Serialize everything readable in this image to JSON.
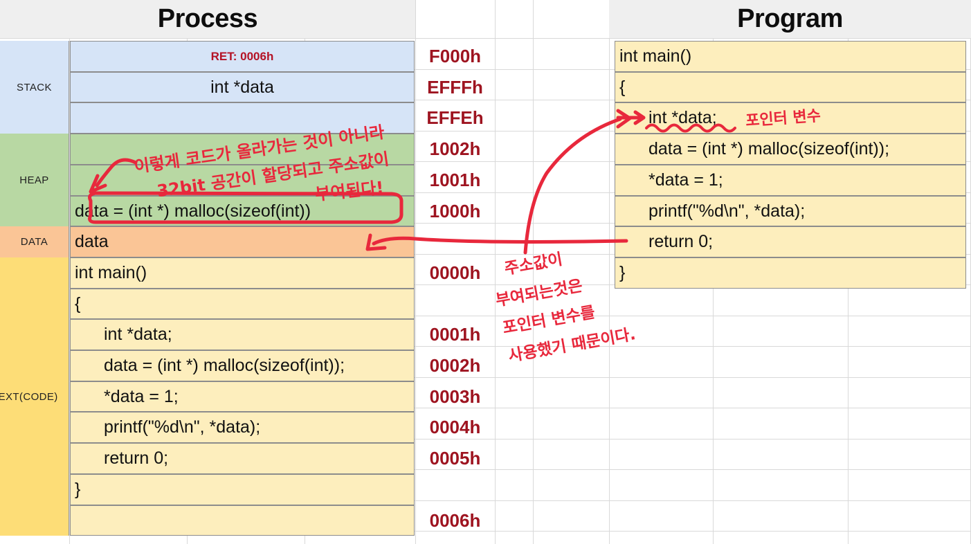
{
  "headers": {
    "process": "Process",
    "program": "Program"
  },
  "segments": [
    {
      "label": "STACK",
      "color": "#d6e4f7"
    },
    {
      "label": "HEAP",
      "color": "#b8d8a3"
    },
    {
      "label": "DATA",
      "color": "#fac596"
    },
    {
      "label": "TEXT(CODE)",
      "color": "#fddd77"
    }
  ],
  "memory_rows": [
    {
      "text": "RET: 0006h",
      "address": "F000h",
      "segment": "STACK",
      "style": "ret",
      "fill": "#d6e4f7",
      "align": "center"
    },
    {
      "text": "int *data",
      "address": "EFFFh",
      "segment": "STACK",
      "style": "plain",
      "fill": "#d6e4f7",
      "align": "center"
    },
    {
      "text": "",
      "address": "EFFEh",
      "segment": "STACK",
      "style": "plain",
      "fill": "#d6e4f7",
      "align": "left"
    },
    {
      "text": "",
      "address": "1002h",
      "segment": "HEAP",
      "style": "plain",
      "fill": "#b8d8a3",
      "align": "left"
    },
    {
      "text": "",
      "address": "1001h",
      "segment": "HEAP",
      "style": "plain",
      "fill": "#b8d8a3",
      "align": "left"
    },
    {
      "text": "data = (int *) malloc(sizeof(int))",
      "address": "1000h",
      "segment": "HEAP",
      "style": "plain",
      "fill": "#b8d8a3",
      "align": "left"
    },
    {
      "text": "data",
      "address": "",
      "segment": "DATA",
      "style": "plain",
      "fill": "#fac596",
      "align": "left"
    },
    {
      "text": "int main()",
      "address": "0000h",
      "segment": "TEXT(CODE)",
      "style": "plain",
      "fill": "#fdeebd",
      "align": "left"
    },
    {
      "text": "{",
      "address": "",
      "segment": "TEXT(CODE)",
      "style": "plain",
      "fill": "#fdeebd",
      "align": "left"
    },
    {
      "text": "int *data;",
      "address": "0001h",
      "segment": "TEXT(CODE)",
      "style": "indent",
      "fill": "#fdeebd",
      "align": "left"
    },
    {
      "text": "data = (int *) malloc(sizeof(int));",
      "address": "0002h",
      "segment": "TEXT(CODE)",
      "style": "indent",
      "fill": "#fdeebd",
      "align": "left"
    },
    {
      "text": "*data = 1;",
      "address": "0003h",
      "segment": "TEXT(CODE)",
      "style": "indent",
      "fill": "#fdeebd",
      "align": "left"
    },
    {
      "text": "printf(\"%d\\n\", *data);",
      "address": "0004h",
      "segment": "TEXT(CODE)",
      "style": "indent",
      "fill": "#fdeebd",
      "align": "left"
    },
    {
      "text": "return 0;",
      "address": "0005h",
      "segment": "TEXT(CODE)",
      "style": "indent",
      "fill": "#fdeebd",
      "align": "left"
    },
    {
      "text": "}",
      "address": "",
      "segment": "TEXT(CODE)",
      "style": "plain",
      "fill": "#fdeebd",
      "align": "left"
    },
    {
      "text": "",
      "address": "0006h",
      "segment": "TEXT(CODE)",
      "style": "plain",
      "fill": "#fdeebd",
      "align": "left"
    }
  ],
  "program_rows": [
    {
      "text": "int main()",
      "style": "plain"
    },
    {
      "text": "{",
      "style": "plain"
    },
    {
      "text": "int *data;",
      "style": "indent"
    },
    {
      "text": "data = (int *) malloc(sizeof(int));",
      "style": "indent"
    },
    {
      "text": "*data = 1;",
      "style": "indent"
    },
    {
      "text": "printf(\"%d\\n\", *data);",
      "style": "indent"
    },
    {
      "text": "return 0;",
      "style": "indent"
    },
    {
      "text": "}",
      "style": "plain"
    }
  ],
  "annotations": {
    "heap_note_line1": "이렇게 코드가 올라가는 것이 아니라",
    "heap_note_line2": "32bit 공간이 할당되고 주소값이",
    "heap_note_line3": "부여된다!",
    "center_note_line1": "주소값이",
    "center_note_line2": "부여되는것은",
    "center_note_line3": "포인터 변수를",
    "center_note_line4": "사용했기 때문이다.",
    "pointer_var_note": "포인터 변수"
  },
  "colors": {
    "ink": "#e8283c",
    "address_text": "#9e1420",
    "header_bg": "#efefef",
    "stack": "#d6e4f7",
    "heap": "#b8d8a3",
    "data": "#fac596",
    "text_code": "#fddd77",
    "code_cell": "#fdeebd",
    "grid": "#d9d9d9"
  }
}
